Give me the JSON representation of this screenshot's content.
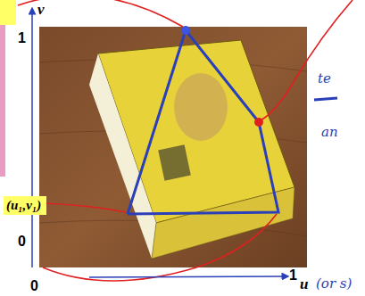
{
  "diagram": {
    "nodes": [
      {
        "text": [
          "(u₁,v₁)"
        ]
      }
    ],
    "labels": [
      "v",
      "1",
      "0",
      "0",
      "1",
      "u",
      "(or s)",
      "te",
      "an"
    ]
  }
}
